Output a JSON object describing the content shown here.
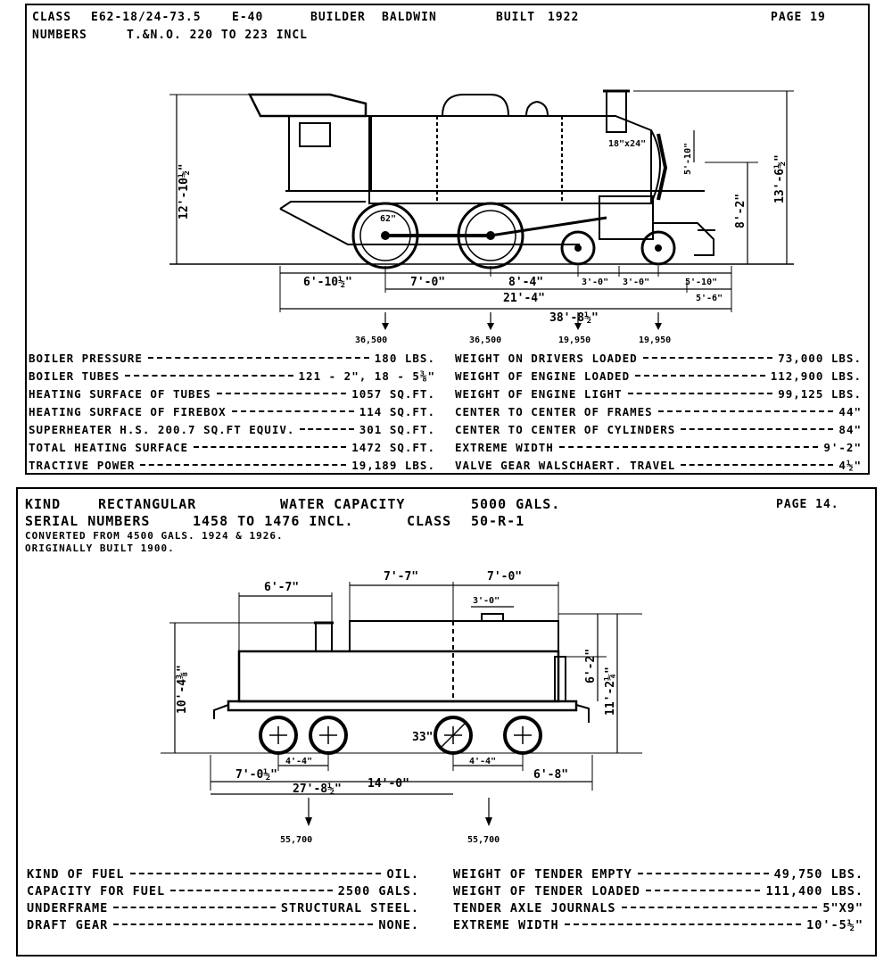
{
  "locomotive": {
    "header": {
      "class_label": "CLASS",
      "class_value": "E62-18/24-73.5",
      "type_value": "E-40",
      "builder_label": "BUILDER",
      "builder_value": "BALDWIN",
      "built_label": "BUILT",
      "built_value": "1922",
      "page": "PAGE 19",
      "numbers_label": "NUMBERS",
      "numbers_value": "T.&N.O. 220 TO 223 INCL"
    },
    "dims": {
      "height_cab": "12'-10½\"",
      "height_stack": "13'-6½\"",
      "boiler_center": "8'-2\"",
      "smokebox": "5'-10\"",
      "d1": "6'-10½\"",
      "d2": "7'-0\"",
      "d3": "8'-4\"",
      "d4": "3'-0\"",
      "d5": "3'-0\"",
      "d6": "5'-10\"",
      "wheelbase": "21'-4\"",
      "d7": "5'-6\"",
      "overall": "38'-8½\"",
      "driver_dia": "62\"",
      "cylinder": "18\"x24\""
    },
    "axle_loads": [
      "36,500",
      "36,500",
      "19,950",
      "19,950"
    ],
    "specs_left": [
      {
        "label": "BOILER PRESSURE",
        "value": "180 LBS."
      },
      {
        "label": "BOILER TUBES",
        "value": "121 - 2\", 18 - 5⅜\""
      },
      {
        "label": "HEATING SURFACE OF TUBES",
        "value": "1057 SQ.FT."
      },
      {
        "label": "HEATING SURFACE OF FIREBOX",
        "value": "114 SQ.FT."
      },
      {
        "label": "SUPERHEATER H.S. 200.7 SQ.FT EQUIV.",
        "value": "301 SQ.FT."
      },
      {
        "label": "TOTAL HEATING SURFACE",
        "value": "1472 SQ.FT."
      },
      {
        "label": "TRACTIVE POWER",
        "value": "19,189 LBS."
      }
    ],
    "specs_right": [
      {
        "label": "WEIGHT ON DRIVERS LOADED",
        "value": "73,000 LBS."
      },
      {
        "label": "WEIGHT OF ENGINE LOADED",
        "value": "112,900 LBS."
      },
      {
        "label": "WEIGHT OF ENGINE LIGHT",
        "value": "99,125 LBS."
      },
      {
        "label": "CENTER TO CENTER OF FRAMES",
        "value": "44\""
      },
      {
        "label": "CENTER TO CENTER OF CYLINDERS",
        "value": "84\""
      },
      {
        "label": "EXTREME WIDTH",
        "value": "9'-2\""
      },
      {
        "label": "VALVE GEAR WALSCHAERT. TRAVEL",
        "value": "4½\""
      }
    ]
  },
  "tender": {
    "header": {
      "kind_label": "KIND",
      "kind_value": "RECTANGULAR",
      "water_label": "WATER CAPACITY",
      "water_value": "5000 GALS.",
      "page": "PAGE 14.",
      "serial_label": "SERIAL NUMBERS",
      "serial_value": "1458 TO 1476 INCL.",
      "class_label": "CLASS",
      "class_value": "50-R-1",
      "note1": "CONVERTED FROM 4500 GALS. 1924 & 1926.",
      "note2": "ORIGINALLY BUILT 1900."
    },
    "dims": {
      "coal_len": "6'-7\"",
      "tank_len": "7'-7\"",
      "rear_len": "7'-0\"",
      "hatch": "3'-0\"",
      "h_total": "10'-4⅜\"",
      "h_tank": "6'-2\"",
      "h_rear": "11'-2¼\"",
      "wheel_dia": "33\"",
      "truck1": "4'-4\"",
      "truck2": "4'-4\"",
      "front": "7'-0½\"",
      "center": "14'-0\"",
      "rear": "6'-8\"",
      "overall": "27'-8½\""
    },
    "axle_loads": [
      "55,700",
      "55,700"
    ],
    "specs_left": [
      {
        "label": "KIND OF FUEL",
        "value": "OIL."
      },
      {
        "label": "CAPACITY FOR FUEL",
        "value": "2500 GALS."
      },
      {
        "label": "UNDERFRAME",
        "value": "STRUCTURAL STEEL."
      },
      {
        "label": "DRAFT GEAR",
        "value": "NONE."
      }
    ],
    "specs_right": [
      {
        "label": "WEIGHT OF TENDER EMPTY",
        "value": "49,750 LBS."
      },
      {
        "label": "WEIGHT OF TENDER LOADED",
        "value": "111,400 LBS."
      },
      {
        "label": "TENDER AXLE JOURNALS",
        "value": "5\"x9\""
      },
      {
        "label": "EXTREME WIDTH",
        "value": "10'-5½\""
      }
    ]
  }
}
